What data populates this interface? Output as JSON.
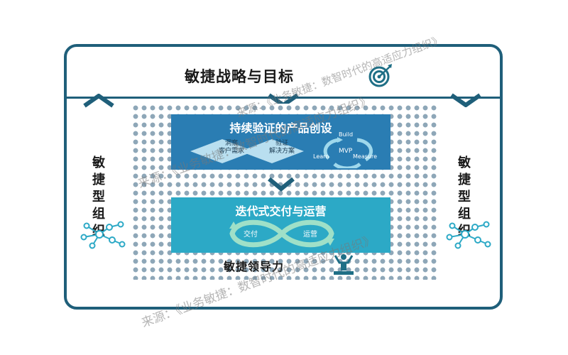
{
  "diagram": {
    "top_title": "敏捷战略与目标",
    "box1": {
      "title": "持续验证的产品创设",
      "diamond1": [
        "洞察",
        "客户需求"
      ],
      "diamond2": [
        "验证",
        "解决方案"
      ],
      "cycle": {
        "build": "Build",
        "mvp": "MVP",
        "learn": "Learn",
        "measure": "Measure"
      }
    },
    "box2": {
      "title": "迭代式交付与运营",
      "left_label": "交付",
      "right_label": "运营"
    },
    "left_side": [
      "敏",
      "捷",
      "型",
      "组",
      "织"
    ],
    "right_side": [
      "敏",
      "捷",
      "型",
      "组",
      "织"
    ],
    "bottom_title": "敏捷领导力",
    "watermarks": [
      "来源：《业务敏捷：数智时代的高适应力组织》",
      "来源：《业务敏捷：数智时代的高适应力组织》",
      "来源：《业务敏捷：数智时代的高适应力组织》"
    ]
  },
  "colors": {
    "frame": "#1f5f7a",
    "box1": "#2a7db3",
    "box2": "#2ca9c6",
    "accent": "#1f6f86"
  }
}
